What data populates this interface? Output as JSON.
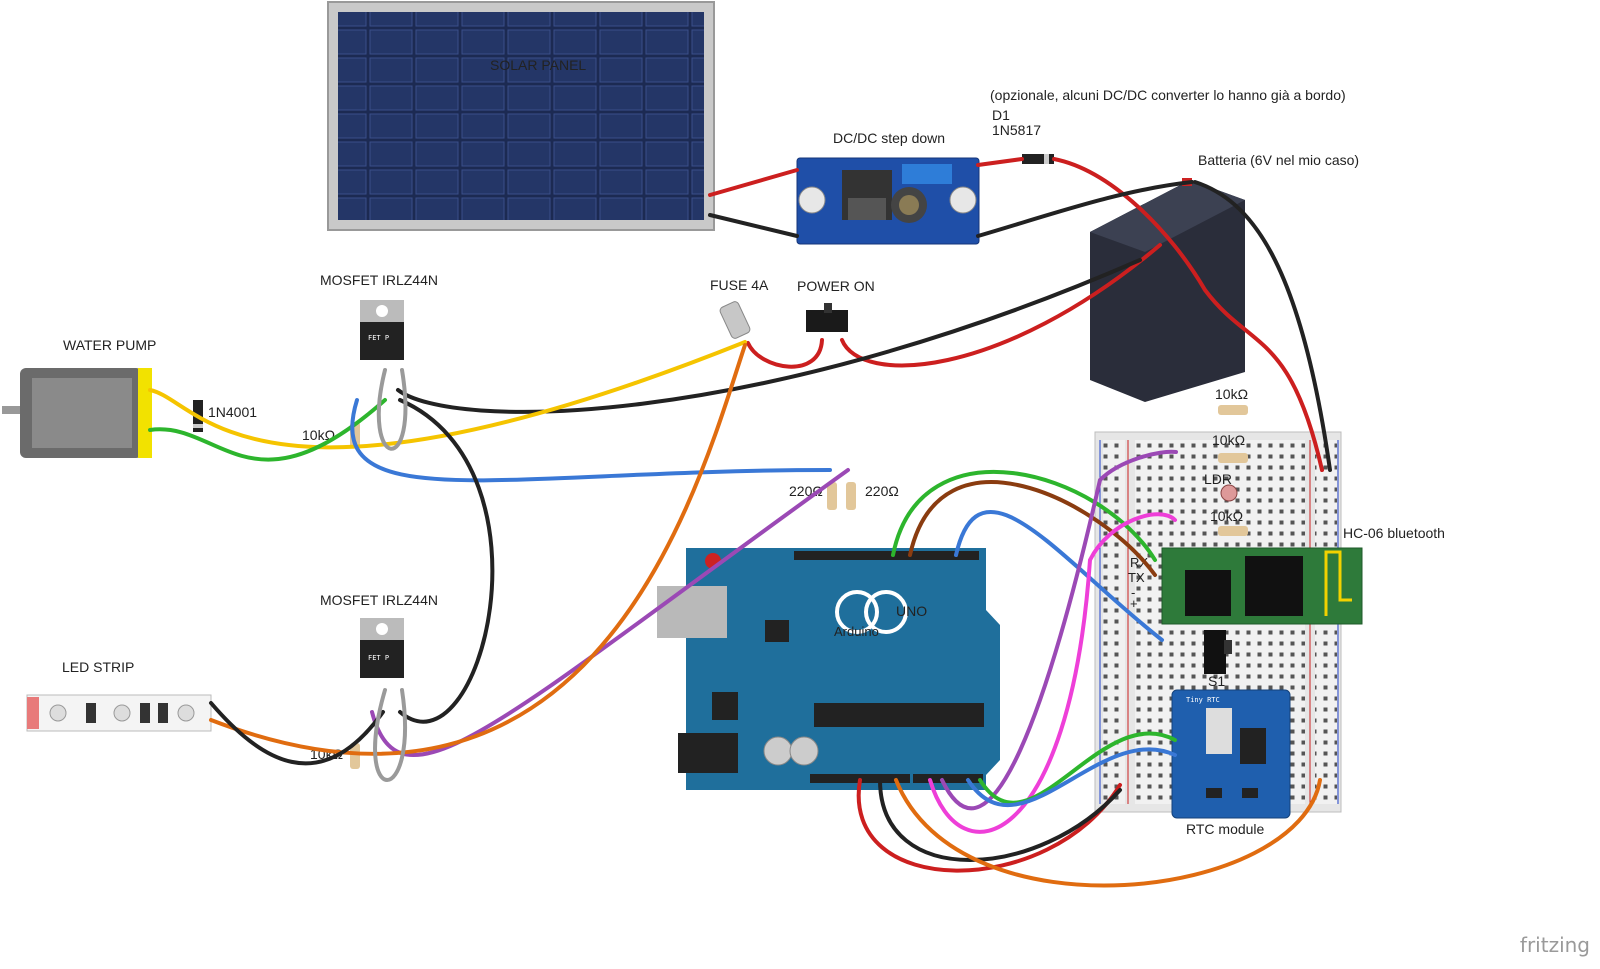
{
  "labels": {
    "solar_panel": "SOLAR PANEL",
    "dcdc": "DC/DC step down",
    "optional_note": "(opzionale, alcuni DC/DC converter lo hanno già a bordo)",
    "d1": "D1",
    "d1_part": "1N5817",
    "battery": "Batteria (6V nel mio caso)",
    "mosfet_top": "MOSFET IRLZ44N",
    "mosfet_bottom": "MOSFET IRLZ44N",
    "water_pump": "WATER PUMP",
    "diode_pump": "1N4001",
    "res_top": "10kΩ",
    "res_bottom": "10kΩ",
    "fuse": "FUSE 4A",
    "power_on": "POWER ON",
    "led_strip": "LED STRIP",
    "r220_left": "220Ω",
    "r220_right": "220Ω",
    "bb_res1": "10kΩ",
    "bb_res2": "10kΩ",
    "bb_ldr": "LDR",
    "bb_res3": "10kΩ",
    "hc06": "HC-06 bluetooth",
    "bt_rx": "RX",
    "bt_tx": "TX",
    "bt_minus": "-",
    "bt_plus": "+",
    "switch_s1": "S1",
    "rtc_module": "RTC module",
    "rtc_title": "Tiny RTC",
    "arduino_logo": "UNO",
    "arduino_name": "Arduino",
    "fritzing": "fritzing"
  },
  "colors": {
    "arduino": "#1f6f9c",
    "red_wire": "#cc1f1f",
    "black_wire": "#222222",
    "yellow_wire": "#f5c400",
    "green_wire": "#2db52d",
    "blue_wire": "#3a78d6",
    "purple_wire": "#9b49b5",
    "orange_wire": "#e06c10",
    "brown_wire": "#8a3c10",
    "pink_wire": "#ee3fd8",
    "grey_wire": "#9a9a9a"
  }
}
